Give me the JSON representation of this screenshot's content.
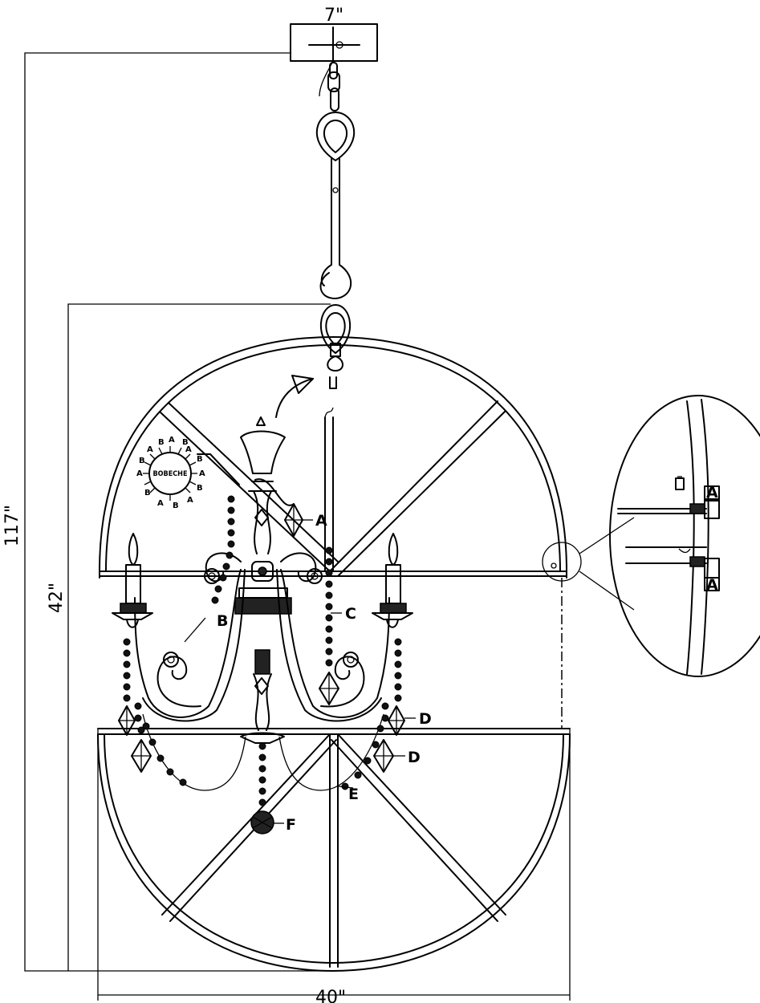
{
  "dimensions": {
    "canopy_width": "7\"",
    "overall_height": "117\"",
    "fixture_height": "42\"",
    "fixture_width": "40\""
  },
  "part_labels": {
    "a": "A",
    "b": "B",
    "c": "C",
    "d1": "D",
    "d2": "D",
    "e": "E",
    "f": "F"
  },
  "bobeche": {
    "center_label": "BOBECHE",
    "ring_labels": [
      "A",
      "B",
      "A",
      "B",
      "A",
      "B",
      "A",
      "B",
      "A",
      "B",
      "A",
      "B",
      "A",
      "B"
    ]
  },
  "detail": {
    "label_top": "A",
    "label_bottom": "A"
  }
}
